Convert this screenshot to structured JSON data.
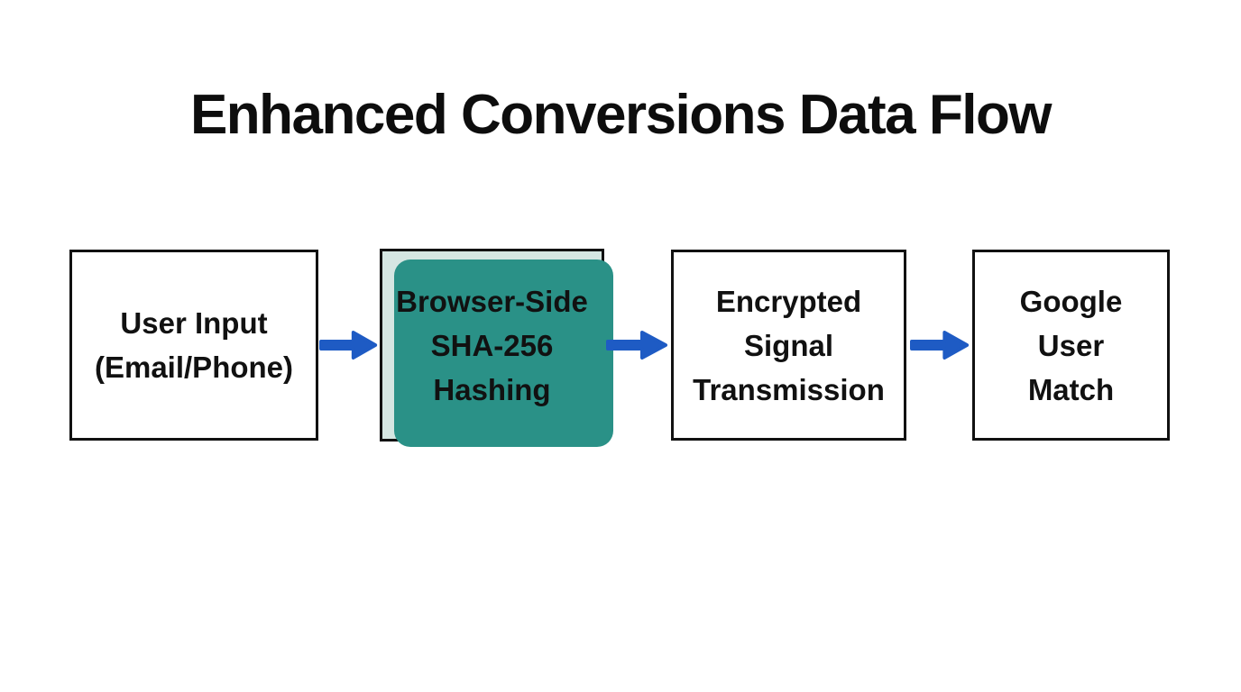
{
  "title": "Enhanced Conversions Data Flow",
  "flow": {
    "nodes": [
      {
        "label": "User Input (Email/Phone)",
        "lines": [
          "User Input",
          "(Email/Phone)"
        ],
        "highlighted": false
      },
      {
        "label": "Browser-Side SHA-256 Hashing",
        "lines": [
          "Browser-Side",
          "SHA-256",
          "Hashing"
        ],
        "highlighted": true
      },
      {
        "label": "Encrypted Signal Transmission",
        "lines": [
          "Encrypted",
          "Signal",
          "Transmission"
        ],
        "highlighted": false
      },
      {
        "label": "Google User Match",
        "lines": [
          "Google",
          "User",
          "Match"
        ],
        "highlighted": false
      }
    ],
    "arrow_count": 3,
    "colors": {
      "background": "#ffffff",
      "text": "#111111",
      "box_border": "#111111",
      "box_fill": "#ffffff",
      "highlight_fill": "#d5e6e2",
      "highlight_shadow": "#2a9187",
      "arrow": "#1e5bc4"
    }
  }
}
